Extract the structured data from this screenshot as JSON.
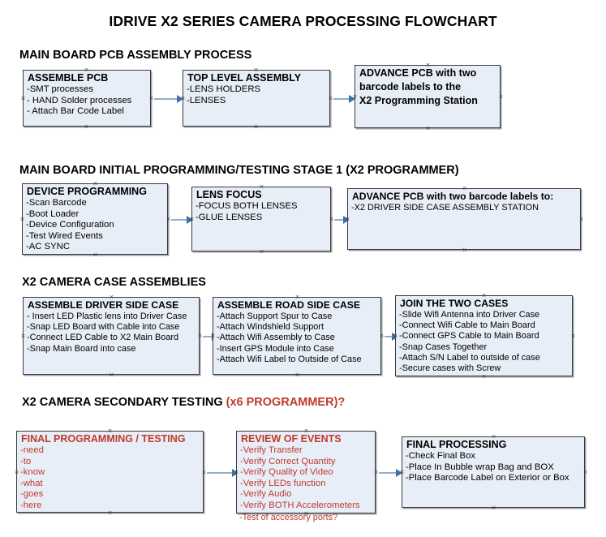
{
  "document": {
    "title": "IDRIVE X2  SERIES CAMERA PROCESSING FLOWCHART"
  },
  "sections": [
    {
      "id": "main-board-pcb-assembly",
      "heading": "MAIN BOARD PCB ASSEMBLY PROCESS",
      "heading_accent": ""
    },
    {
      "id": "main-board-initial-programming",
      "heading": "MAIN BOARD INITIAL PROGRAMMING/TESTING STAGE 1 (X2 PROGRAMMER)",
      "heading_accent": ""
    },
    {
      "id": "x2-camera-case-assemblies",
      "heading": "X2 CAMERA CASE ASSEMBLIES",
      "heading_accent": ""
    },
    {
      "id": "x2-camera-secondary-testing",
      "heading": "X2 CAMERA SECONDARY TESTING ",
      "heading_accent": "(x6 PROGRAMMER)?"
    }
  ],
  "nodes": {
    "assemble_pcb": {
      "title": "ASSEMBLE PCB",
      "lines": [
        "-SMT processes",
        "- HAND Solder processes",
        "- Attach Bar Code Label"
      ]
    },
    "top_level_assembly": {
      "title": "TOP LEVEL ASSEMBLY",
      "lines": [
        "-LENS HOLDERS",
        "-LENSES"
      ]
    },
    "advance_pcb_station": {
      "title": "ADVANCE PCB with two",
      "lines": [
        "barcode labels to the",
        " X2 Programming Station"
      ]
    },
    "device_programming": {
      "title": "DEVICE PROGRAMMING",
      "lines": [
        "-Scan Barcode",
        "-Boot Loader",
        "-Device Configuration",
        "-Test Wired Events",
        "-AC SYNC"
      ]
    },
    "lens_focus": {
      "title": "LENS FOCUS",
      "lines": [
        "-FOCUS BOTH LENSES",
        "-GLUE LENSES"
      ]
    },
    "advance_pcb_driver_side": {
      "title": "ADVANCE PCB with two barcode labels to:",
      "lines": [
        "-X2 DRIVER  SIDE  CASE  ASSEMBLY STATION"
      ]
    },
    "assemble_driver_side_case": {
      "title": "ASSEMBLE DRIVER SIDE CASE",
      "lines": [
        "- Insert LED Plastic lens into Driver Case",
        "-Snap LED Board with Cable into Case",
        "-Connect LED Cable to X2 Main Board",
        "-Snap Main Board into case"
      ]
    },
    "assemble_road_side_case": {
      "title": "ASSEMBLE ROAD SIDE CASE",
      "lines": [
        "-Attach Support Spur to Case",
        "-Attach Windshield Support",
        "-Attach Wifi Assembly to Case",
        "-Insert GPS Module into Case",
        "-Attach Wifi Label to Outside of Case"
      ]
    },
    "join_the_two_cases": {
      "title": "JOIN THE TWO CASES",
      "lines": [
        "-Slide Wifi Antenna into Driver Case",
        "-Connect Wifi Cable to Main Board",
        "-Connect GPS Cable to Main Board",
        "-Snap Cases Together",
        "-Attach S/N Label to outside of case",
        "-Secure cases with Screw"
      ]
    },
    "final_programming_testing": {
      "title": "FINAL PROGRAMMING / TESTING",
      "lines": [
        "-need",
        "-to",
        "-know",
        "-what",
        "-goes",
        "-here"
      ]
    },
    "review_of_events": {
      "title": "REVIEW OF EVENTS",
      "lines": [
        "-Verify Transfer",
        "-Verify Correct Quantity",
        "-Verify Quality of Video",
        "-Verify LEDs function",
        "-Verify Audio",
        "-Verify BOTH Accelerometers"
      ],
      "overflow_line": "-Test of accessory ports?"
    },
    "final_processing": {
      "title": "FINAL PROCESSING",
      "lines": [
        " -Check Final Box",
        "-Place In Bubble wrap Bag and BOX",
        "-Place Barcode Label on Exterior or Box"
      ]
    }
  },
  "colors": {
    "node_fill": "#e8eef7",
    "node_border": "#3a3a3a",
    "accent_red": "#c0392b",
    "connector": "#93aec9",
    "arrowhead": "#3f6fa8",
    "text": "#000000"
  }
}
